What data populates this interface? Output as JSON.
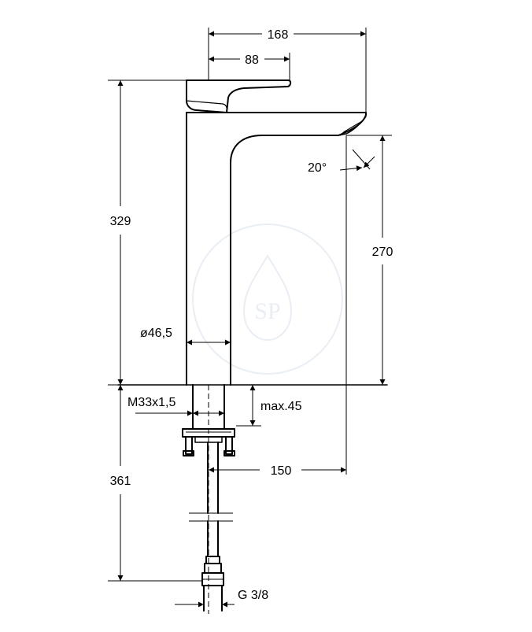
{
  "dimensions": {
    "overall_reach": "168",
    "lever_reach": "88",
    "spout_angle": "20°",
    "total_height": "329",
    "spout_outlet_height": "270",
    "body_diameter": "ø46,5",
    "thread": "M33x1,5",
    "max_counter_thickness": "max.45",
    "spout_projection": "150",
    "hose_length": "361",
    "hose_connection": "G 3/8"
  },
  "watermark": {
    "text": "SP",
    "color": "#e9eef4"
  },
  "colors": {
    "line": "#000000",
    "background": "#ffffff"
  }
}
